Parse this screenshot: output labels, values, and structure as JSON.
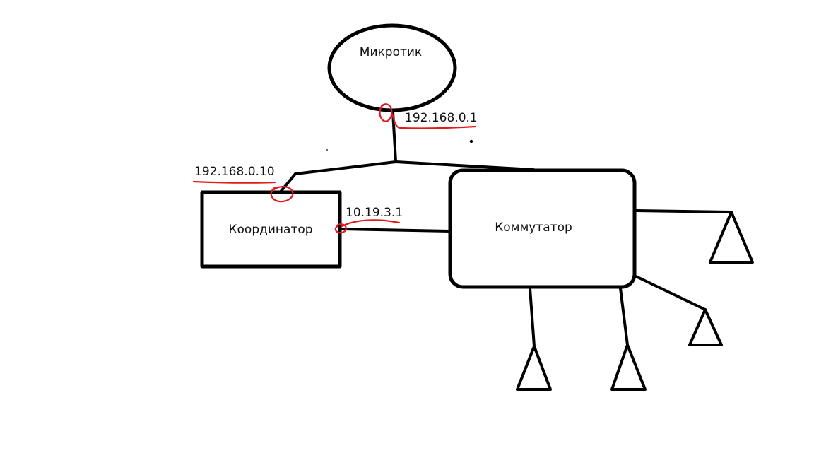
{
  "nodes": {
    "router": {
      "label": "Микротик"
    },
    "coordinator": {
      "label": "Координатор"
    },
    "switch": {
      "label": "Коммутатор"
    }
  },
  "addresses": {
    "router_ip": "192.168.0.1",
    "coordinator_lan_ip": "192.168.0.10",
    "coordinator_switch_ip": "10.19.3.1"
  },
  "colors": {
    "ink": "#000000",
    "highlight": "#e01b1b",
    "background": "#ffffff"
  }
}
